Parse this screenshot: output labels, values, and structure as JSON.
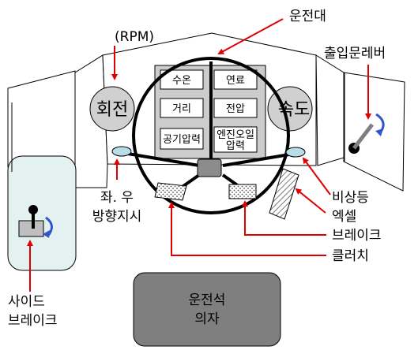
{
  "labels": {
    "rpm": "(RPM)",
    "steering": "운전대",
    "door_lever": "출입문레버",
    "tachometer": "회전",
    "speedometer": "속도",
    "turn_signal_line1": "좌. 우",
    "turn_signal_line2": "방향지시",
    "hazard": "비상등",
    "accelerator": "엑셀",
    "brake": "브레이크",
    "clutch": "클러치",
    "side_brake_line1": "사이드",
    "side_brake_line2": "브레이크",
    "seat_line1": "운전석",
    "seat_line2": "의자"
  },
  "gauges": {
    "water_temp": "수온",
    "fuel": "연료",
    "distance": "거리",
    "voltage": "전압",
    "air_pressure": "공기압력",
    "oil_pressure_line1": "엔진오일",
    "oil_pressure_line2": "압력"
  },
  "colors": {
    "arrow": "#e00000",
    "panel_gray": "#cccccc",
    "side_panel": "#e3f1f1",
    "seat": "#7f7f7f",
    "signal_light": "#b7dde8"
  }
}
